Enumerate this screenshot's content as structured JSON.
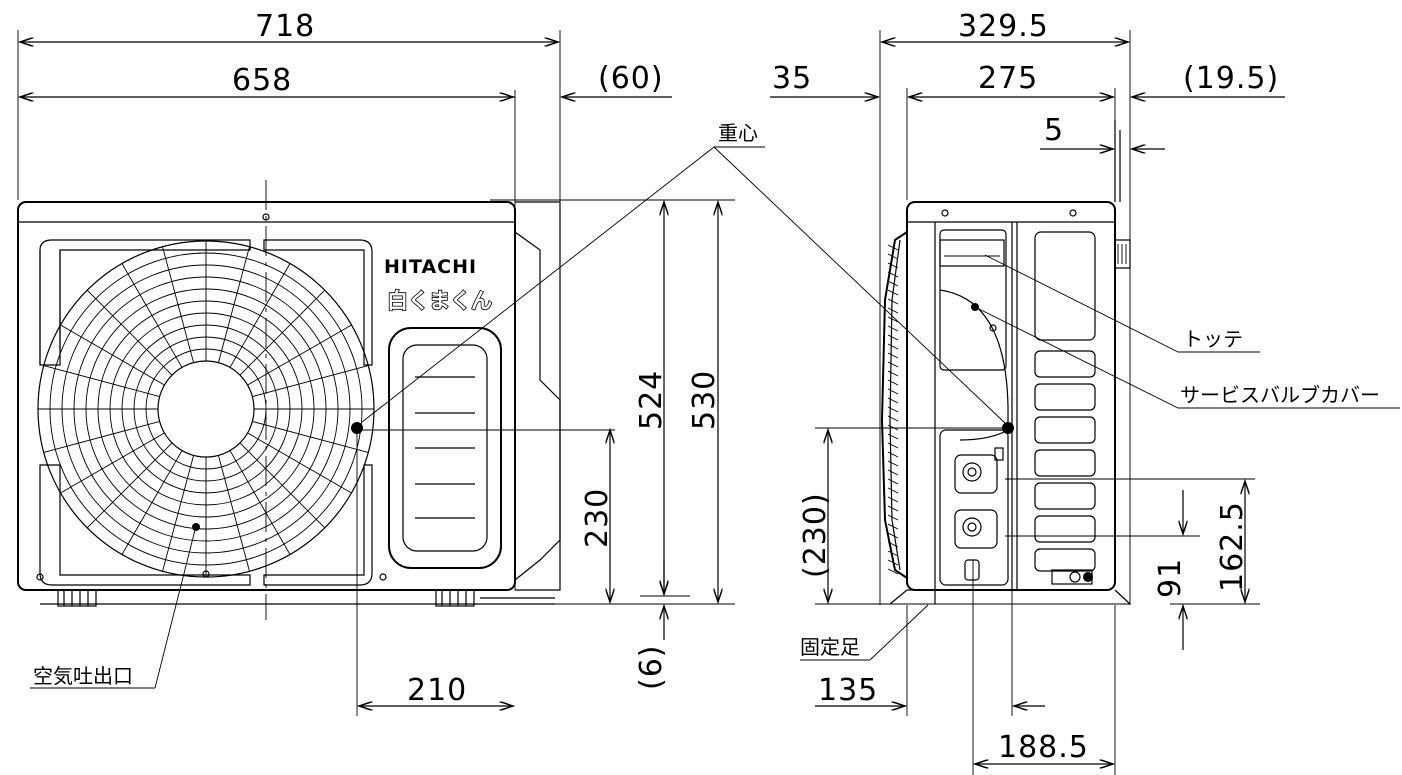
{
  "front_view": {
    "dims": {
      "total_width": "718",
      "body_width": "658",
      "projection": "(60)",
      "height_body": "524",
      "height_total": "530",
      "cog_height": "230",
      "foot_offset": "(6)",
      "cog_x": "210"
    },
    "labels": {
      "center_of_gravity": "重心",
      "air_outlet": "空気吐出口"
    },
    "branding": {
      "maker": "HITACHI",
      "product": "白くまくん"
    }
  },
  "side_view": {
    "dims": {
      "total_depth": "329.5",
      "left_projection": "35",
      "body_depth": "275",
      "right_projection": "(19.5)",
      "edge_offset": "5",
      "cog_height": "(230)",
      "valve_low": "91",
      "valve_high": "162.5",
      "foot_pos": "135",
      "valve_pos": "188.5"
    },
    "labels": {
      "handle": "トッテ",
      "service_valve_cover": "サービスバルブカバー",
      "fixed_foot": "固定足"
    }
  }
}
